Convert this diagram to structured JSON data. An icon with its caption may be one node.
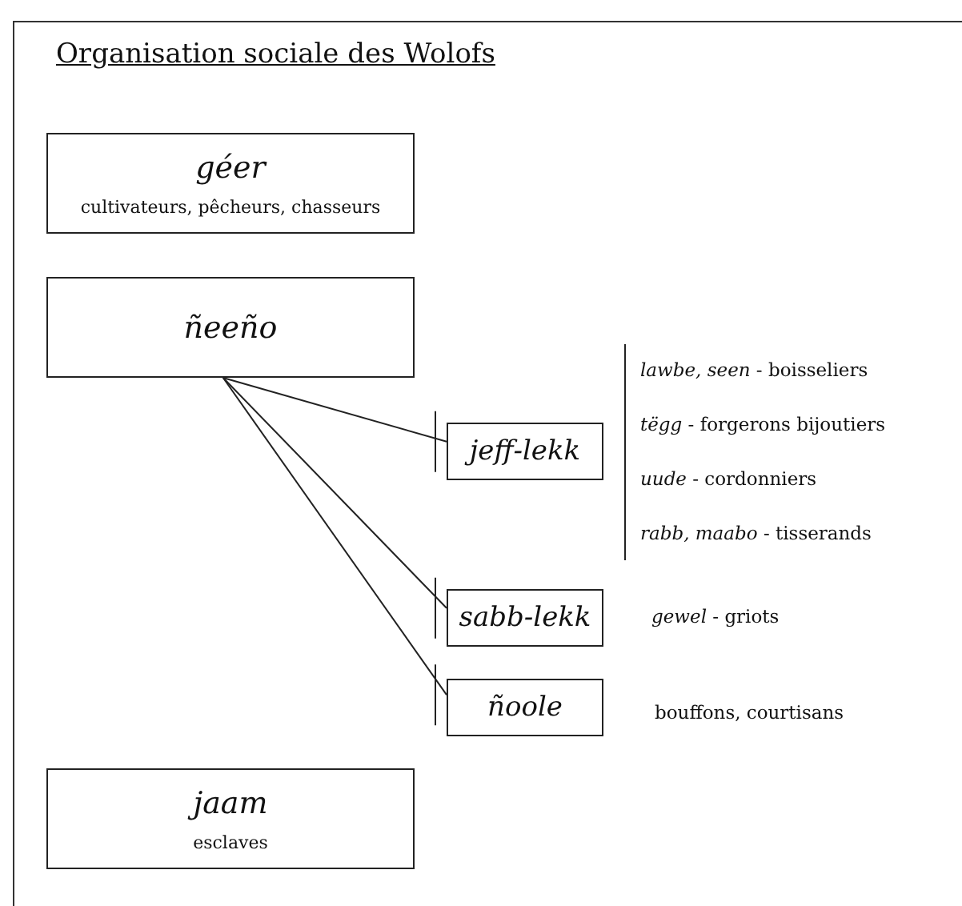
{
  "diagram": {
    "title": "Organisation sociale des Wolofs",
    "nodes": [
      {
        "text": [
          "géer",
          "cultivateurs, pêcheurs, chasseurs"
        ]
      },
      {
        "text": [
          "ñeeño"
        ]
      },
      {
        "text": [
          "jeff-lekk"
        ],
        "beside": [
          "*lawbe, seen* - boisseliers",
          "*tëgg*   - forgerons bijoutiers",
          "*uude* - cordonniers",
          "*rabb, maabo* - tisserands"
        ]
      },
      {
        "text": [
          "sabb-lekk"
        ],
        "beside": [
          "*gewel* - griots"
        ]
      },
      {
        "text": [
          "ñoole"
        ],
        "beside": [
          "bouffons, courtisans"
        ]
      },
      {
        "text": [
          "jaam",
          "esclaves"
        ]
      }
    ],
    "edges": [
      {
        "from": 1,
        "to": 2,
        "arrow": "other"
      },
      {
        "from": 1,
        "to": 3,
        "arrow": "other"
      },
      {
        "from": 1,
        "to": 4,
        "arrow": "other"
      }
    ]
  }
}
